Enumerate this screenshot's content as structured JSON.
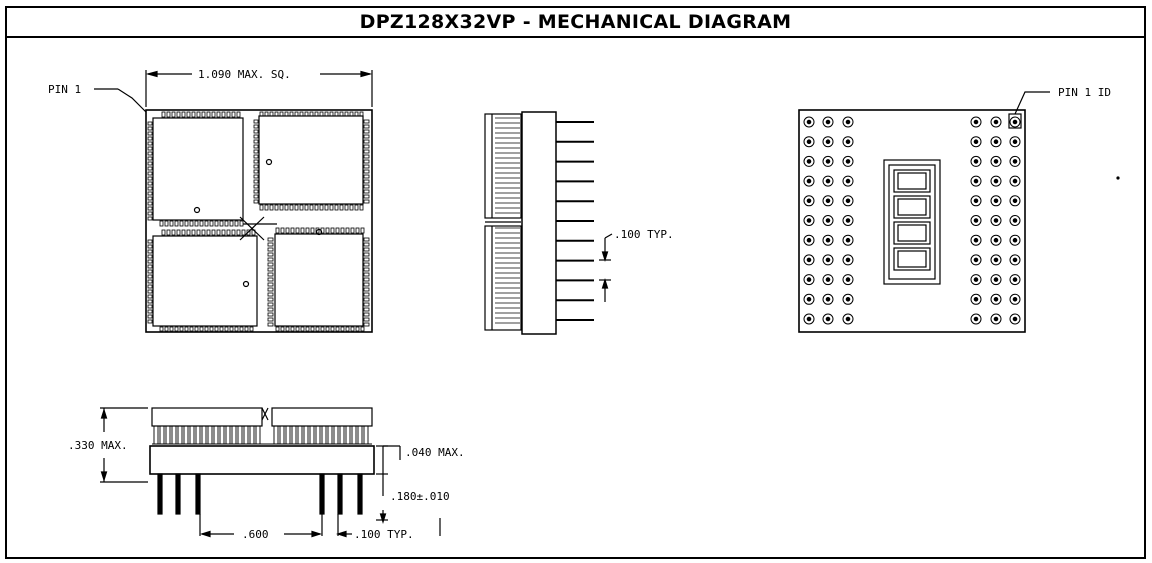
{
  "title": "DPZ128X32VP - MECHANICAL DIAGRAM",
  "top_view": {
    "pin1_label": "PIN 1",
    "width_dim": "1.090 MAX. SQ."
  },
  "side_view": {
    "pitch_dim": ".100 TYP."
  },
  "bottom_view": {
    "pin1_id_label": "PIN 1 ID"
  },
  "front_view": {
    "height_dim": ".330 MAX.",
    "standoff_dim": ".040 MAX.",
    "lead_length_dim": ".180±.010",
    "row_spacing_dim": ".600",
    "pitch_dim": ".100 TYP."
  }
}
